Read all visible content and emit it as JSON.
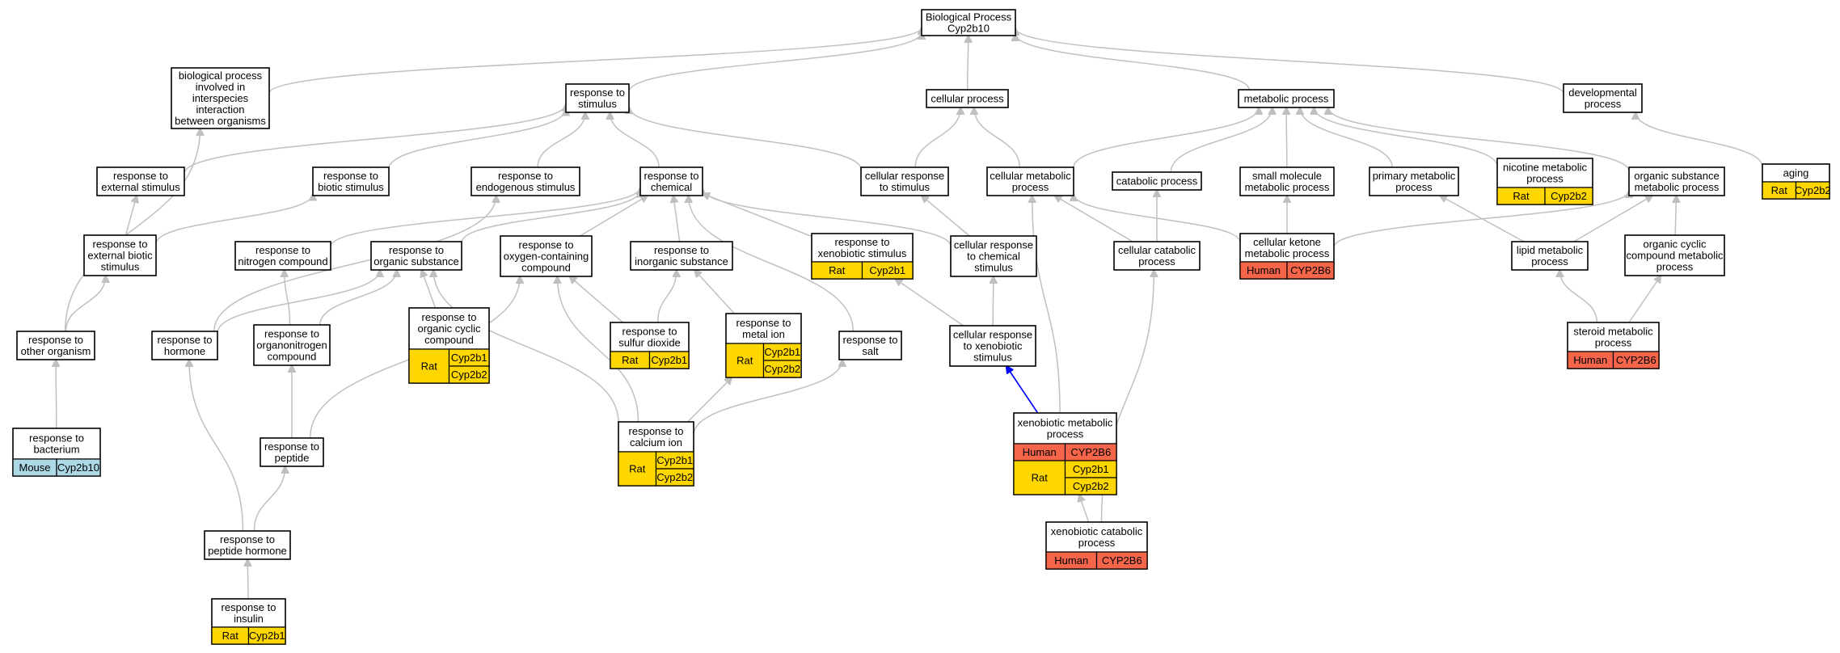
{
  "colors": {
    "Mouse": "#add8e6",
    "Rat": "#ffd700",
    "Human": "#f4654a",
    "edge": "#c0c0c0",
    "highlight_edge": "#0000ff"
  },
  "nodes": [
    {
      "id": "bp",
      "lines": [
        "Biological Process",
        "Cyp2b10"
      ]
    },
    {
      "id": "interspecies",
      "lines": [
        "biological process",
        "involved in",
        "interspecies",
        "interaction",
        "between organisms"
      ]
    },
    {
      "id": "stimulus",
      "lines": [
        "response to",
        "stimulus"
      ]
    },
    {
      "id": "cellproc",
      "lines": [
        "cellular process"
      ]
    },
    {
      "id": "metab",
      "lines": [
        "metabolic process"
      ]
    },
    {
      "id": "devel",
      "lines": [
        "developmental",
        "process"
      ]
    },
    {
      "id": "extstim",
      "lines": [
        "response to",
        "external stimulus"
      ]
    },
    {
      "id": "biotic",
      "lines": [
        "response to",
        "biotic stimulus"
      ]
    },
    {
      "id": "endog",
      "lines": [
        "response to",
        "endogenous stimulus"
      ]
    },
    {
      "id": "chemical",
      "lines": [
        "response to",
        "chemical"
      ]
    },
    {
      "id": "cellrespstim",
      "lines": [
        "cellular response",
        "to stimulus"
      ]
    },
    {
      "id": "cellmetab",
      "lines": [
        "cellular metabolic",
        "process"
      ]
    },
    {
      "id": "catab",
      "lines": [
        "catabolic process"
      ]
    },
    {
      "id": "smallmol",
      "lines": [
        "small molecule",
        "metabolic process"
      ]
    },
    {
      "id": "primary",
      "lines": [
        "primary metabolic",
        "process"
      ]
    },
    {
      "id": "nicotine",
      "lines": [
        "nicotine metabolic",
        "process"
      ],
      "annot": [
        {
          "species": "Rat",
          "genes": [
            "Cyp2b2"
          ]
        }
      ]
    },
    {
      "id": "orgsub",
      "lines": [
        "organic substance",
        "metabolic process"
      ]
    },
    {
      "id": "aging",
      "lines": [
        "aging"
      ],
      "annot": [
        {
          "species": "Rat",
          "genes": [
            "Cyp2b2"
          ]
        }
      ]
    },
    {
      "id": "extbiotic",
      "lines": [
        "response to",
        "external biotic",
        "stimulus"
      ]
    },
    {
      "id": "nitrogen",
      "lines": [
        "response to",
        "nitrogen compound"
      ]
    },
    {
      "id": "organicsub",
      "lines": [
        "response to",
        "organic substance"
      ]
    },
    {
      "id": "oxygen",
      "lines": [
        "response to",
        "oxygen-containing",
        "compound"
      ]
    },
    {
      "id": "inorganic",
      "lines": [
        "response to",
        "inorganic substance"
      ]
    },
    {
      "id": "xenostim",
      "lines": [
        "response to",
        "xenobiotic stimulus"
      ],
      "annot": [
        {
          "species": "Rat",
          "genes": [
            "Cyp2b1"
          ]
        }
      ]
    },
    {
      "id": "cellrespchem",
      "lines": [
        "cellular response",
        "to chemical",
        "stimulus"
      ]
    },
    {
      "id": "cellcatab",
      "lines": [
        "cellular catabolic",
        "process"
      ]
    },
    {
      "id": "ketone",
      "lines": [
        "cellular ketone",
        "metabolic process"
      ],
      "annot": [
        {
          "species": "Human",
          "genes": [
            "CYP2B6"
          ]
        }
      ]
    },
    {
      "id": "lipid",
      "lines": [
        "lipid metabolic",
        "process"
      ]
    },
    {
      "id": "cyclicmetab",
      "lines": [
        "organic cyclic",
        "compound metabolic",
        "process"
      ]
    },
    {
      "id": "otherorg",
      "lines": [
        "response to",
        "other organism"
      ]
    },
    {
      "id": "hormone",
      "lines": [
        "response to",
        "hormone"
      ]
    },
    {
      "id": "organonitrogen",
      "lines": [
        "response to",
        "organonitrogen",
        "compound"
      ]
    },
    {
      "id": "orgcyclic",
      "lines": [
        "response to",
        "organic cyclic",
        "compound"
      ],
      "annot": [
        {
          "species": "Rat",
          "genes": [
            "Cyp2b1",
            "Cyp2b2"
          ]
        }
      ]
    },
    {
      "id": "sulfur",
      "lines": [
        "response to",
        "sulfur dioxide"
      ],
      "annot": [
        {
          "species": "Rat",
          "genes": [
            "Cyp2b1"
          ]
        }
      ]
    },
    {
      "id": "metalion",
      "lines": [
        "response to",
        "metal ion"
      ],
      "annot": [
        {
          "species": "Rat",
          "genes": [
            "Cyp2b1",
            "Cyp2b2"
          ]
        }
      ]
    },
    {
      "id": "salt",
      "lines": [
        "response to",
        "salt"
      ]
    },
    {
      "id": "cellxeno",
      "lines": [
        "cellular response",
        "to xenobiotic",
        "stimulus"
      ]
    },
    {
      "id": "steroid",
      "lines": [
        "steroid metabolic",
        "process"
      ],
      "annot": [
        {
          "species": "Human",
          "genes": [
            "CYP2B6"
          ]
        }
      ]
    },
    {
      "id": "bacterium",
      "lines": [
        "response to",
        "bacterium"
      ],
      "annot": [
        {
          "species": "Mouse",
          "genes": [
            "Cyp2b10"
          ]
        }
      ]
    },
    {
      "id": "peptide",
      "lines": [
        "response to",
        "peptide"
      ]
    },
    {
      "id": "calcium",
      "lines": [
        "response to",
        "calcium ion"
      ],
      "annot": [
        {
          "species": "Rat",
          "genes": [
            "Cyp2b1",
            "Cyp2b2"
          ]
        }
      ]
    },
    {
      "id": "xenometab",
      "lines": [
        "xenobiotic metabolic",
        "process"
      ],
      "annot": [
        {
          "species": "Human",
          "genes": [
            "CYP2B6"
          ]
        },
        {
          "species": "Rat",
          "genes": [
            "Cyp2b1",
            "Cyp2b2"
          ]
        }
      ]
    },
    {
      "id": "peptidehormone",
      "lines": [
        "response to",
        "peptide hormone"
      ]
    },
    {
      "id": "xenocatab",
      "lines": [
        "xenobiotic catabolic",
        "process"
      ],
      "annot": [
        {
          "species": "Human",
          "genes": [
            "CYP2B6"
          ]
        }
      ]
    },
    {
      "id": "insulin",
      "lines": [
        "response to",
        "insulin"
      ],
      "annot": [
        {
          "species": "Rat",
          "genes": [
            "Cyp2b1"
          ]
        }
      ]
    }
  ],
  "edges": [
    {
      "from": "interspecies",
      "to": "bp"
    },
    {
      "from": "stimulus",
      "to": "bp"
    },
    {
      "from": "cellproc",
      "to": "bp"
    },
    {
      "from": "metab",
      "to": "bp"
    },
    {
      "from": "devel",
      "to": "bp"
    },
    {
      "from": "extstim",
      "to": "stimulus"
    },
    {
      "from": "biotic",
      "to": "stimulus"
    },
    {
      "from": "endog",
      "to": "stimulus"
    },
    {
      "from": "chemical",
      "to": "stimulus"
    },
    {
      "from": "cellrespstim",
      "to": "stimulus"
    },
    {
      "from": "cellrespstim",
      "to": "cellproc"
    },
    {
      "from": "cellmetab",
      "to": "cellproc"
    },
    {
      "from": "cellmetab",
      "to": "metab"
    },
    {
      "from": "catab",
      "to": "metab"
    },
    {
      "from": "smallmol",
      "to": "metab"
    },
    {
      "from": "primary",
      "to": "metab"
    },
    {
      "from": "nicotine",
      "to": "metab"
    },
    {
      "from": "orgsub",
      "to": "metab"
    },
    {
      "from": "aging",
      "to": "devel"
    },
    {
      "from": "extbiotic",
      "to": "extstim"
    },
    {
      "from": "extbiotic",
      "to": "biotic"
    },
    {
      "from": "nitrogen",
      "to": "chemical"
    },
    {
      "from": "organicsub",
      "to": "chemical"
    },
    {
      "from": "oxygen",
      "to": "chemical"
    },
    {
      "from": "inorganic",
      "to": "chemical"
    },
    {
      "from": "xenostim",
      "to": "chemical"
    },
    {
      "from": "cellrespchem",
      "to": "chemical"
    },
    {
      "from": "cellrespchem",
      "to": "cellrespstim"
    },
    {
      "from": "cellcatab",
      "to": "cellmetab"
    },
    {
      "from": "cellcatab",
      "to": "catab"
    },
    {
      "from": "ketone",
      "to": "cellmetab"
    },
    {
      "from": "ketone",
      "to": "smallmol"
    },
    {
      "from": "ketone",
      "to": "orgsub"
    },
    {
      "from": "lipid",
      "to": "primary"
    },
    {
      "from": "lipid",
      "to": "orgsub"
    },
    {
      "from": "cyclicmetab",
      "to": "orgsub"
    },
    {
      "from": "otherorg",
      "to": "interspecies"
    },
    {
      "from": "otherorg",
      "to": "extbiotic"
    },
    {
      "from": "hormone",
      "to": "endog"
    },
    {
      "from": "hormone",
      "to": "organicsub"
    },
    {
      "from": "organonitrogen",
      "to": "nitrogen"
    },
    {
      "from": "organonitrogen",
      "to": "organicsub"
    },
    {
      "from": "orgcyclic",
      "to": "organicsub"
    },
    {
      "from": "sulfur",
      "to": "inorganic"
    },
    {
      "from": "sulfur",
      "to": "oxygen"
    },
    {
      "from": "metalion",
      "to": "inorganic"
    },
    {
      "from": "salt",
      "to": "chemical"
    },
    {
      "from": "cellxeno",
      "to": "xenostim"
    },
    {
      "from": "cellxeno",
      "to": "cellrespchem"
    },
    {
      "from": "steroid",
      "to": "lipid"
    },
    {
      "from": "steroid",
      "to": "cyclicmetab"
    },
    {
      "from": "bacterium",
      "to": "otherorg"
    },
    {
      "from": "peptide",
      "to": "organonitrogen"
    },
    {
      "from": "peptide",
      "to": "oxygen"
    },
    {
      "from": "calcium",
      "to": "organicsub"
    },
    {
      "from": "calcium",
      "to": "oxygen"
    },
    {
      "from": "calcium",
      "to": "metalion"
    },
    {
      "from": "calcium",
      "to": "salt"
    },
    {
      "from": "xenometab",
      "to": "cellxeno",
      "highlight": true
    },
    {
      "from": "xenometab",
      "to": "cellmetab"
    },
    {
      "from": "peptidehormone",
      "to": "hormone"
    },
    {
      "from": "peptidehormone",
      "to": "peptide"
    },
    {
      "from": "xenocatab",
      "to": "xenometab"
    },
    {
      "from": "xenocatab",
      "to": "cellcatab"
    },
    {
      "from": "insulin",
      "to": "peptidehormone"
    }
  ]
}
